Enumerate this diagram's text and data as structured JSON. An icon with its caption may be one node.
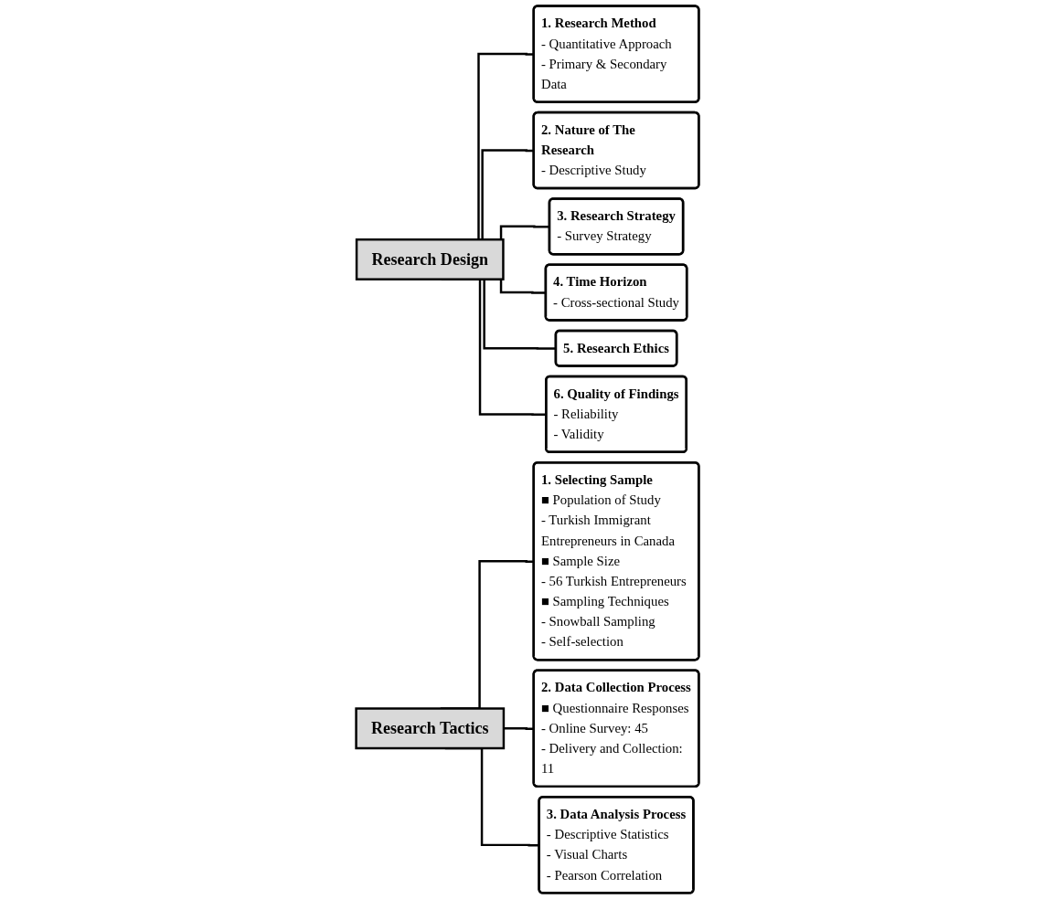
{
  "diagram": {
    "nodes": [
      {
        "text": [
          "Research Design"
        ]
      },
      {
        "text": [
          "1. Research Method",
          "- Quantitative Approach",
          "- Primary & Secondary Data"
        ]
      },
      {
        "text": [
          "2. Nature of The Research",
          "- Descriptive Study"
        ]
      },
      {
        "text": [
          "3. Research Strategy",
          "- Survey Strategy"
        ]
      },
      {
        "text": [
          "4. Time Horizon",
          "- Cross-sectional Study"
        ]
      },
      {
        "text": [
          "5. Research Ethics"
        ]
      },
      {
        "text": [
          "6. Quality of Findings",
          "- Reliability",
          "- Validity"
        ]
      },
      {
        "text": [
          "Research Tactics"
        ]
      },
      {
        "text": [
          "1. Selecting Sample",
          "■ Population of Study",
          "- Turkish Immigrant Entrepreneurs in Canada",
          "■ Sample Size",
          "- 56 Turkish Entrepreneurs",
          "■ Sampling Techniques",
          "- Snowball Sampling",
          "- Self-selection"
        ]
      },
      {
        "text": [
          "2. Data Collection Process",
          "■ Questionnaire Responses",
          "- Online Survey: 45",
          "- Delivery and Collection: 11"
        ]
      },
      {
        "text": [
          "3. Data Analysis Process",
          "- Descriptive Statistics",
          "- Visual Charts",
          "- Pearson Correlation"
        ]
      }
    ],
    "edges": [
      {
        "from": 0,
        "to": 1,
        "arrow": "none"
      },
      {
        "from": 0,
        "to": 2,
        "arrow": "none"
      },
      {
        "from": 0,
        "to": 3,
        "arrow": "none"
      },
      {
        "from": 0,
        "to": 4,
        "arrow": "none"
      },
      {
        "from": 0,
        "to": 5,
        "arrow": "none"
      },
      {
        "from": 0,
        "to": 6,
        "arrow": "none"
      },
      {
        "from": 7,
        "to": 8,
        "arrow": "none"
      },
      {
        "from": 7,
        "to": 9,
        "arrow": "none"
      },
      {
        "from": 7,
        "to": 10,
        "arrow": "none"
      }
    ]
  }
}
